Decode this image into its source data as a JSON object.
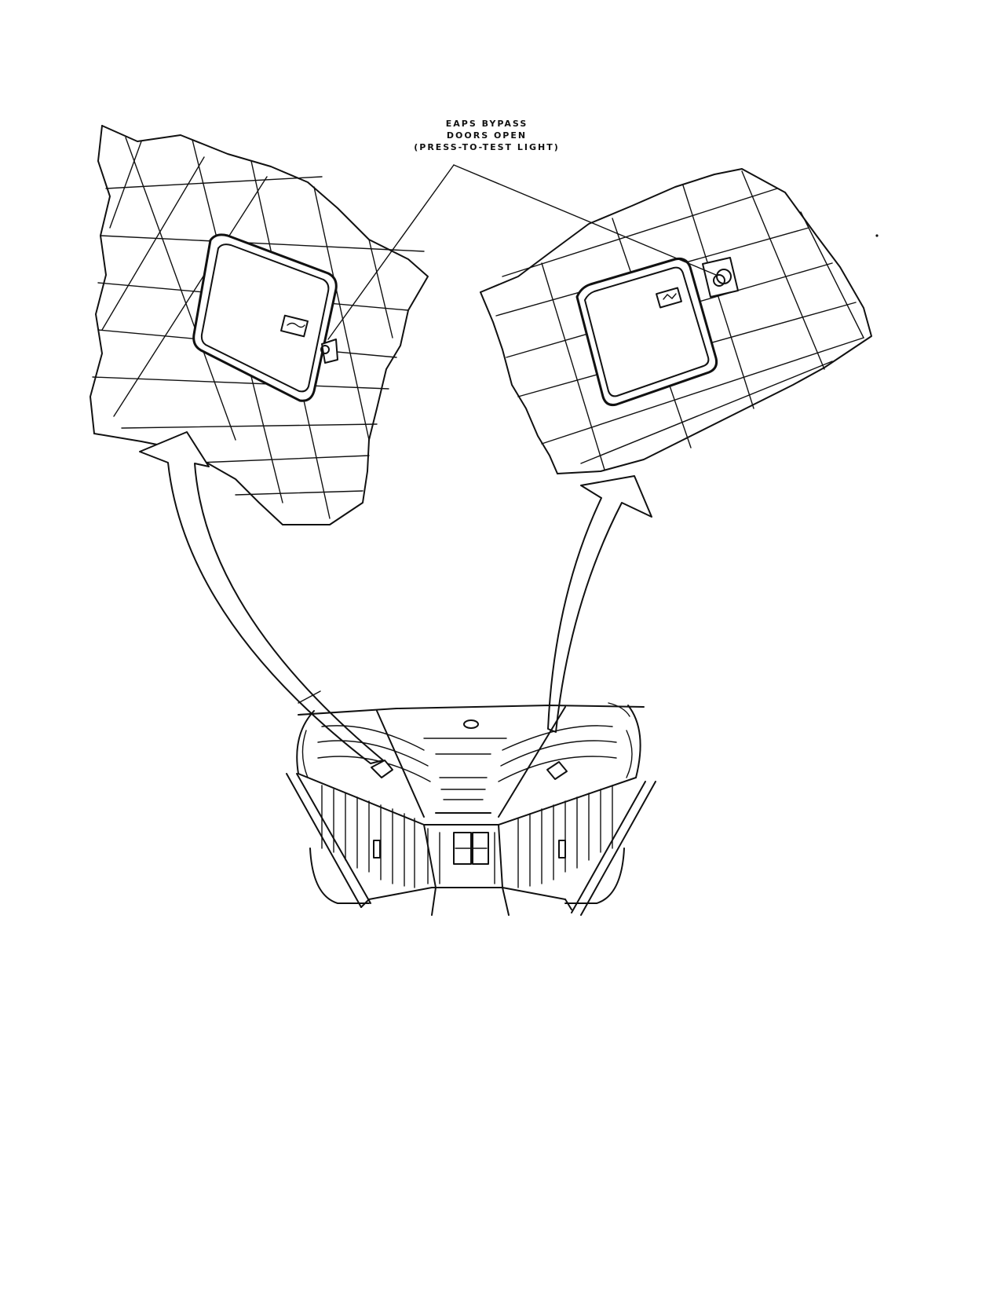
{
  "callout": {
    "line1": "EAPS BYPASS",
    "line2": "DOORS OPEN",
    "line3": "(PRESS-TO-TEST LIGHT)"
  },
  "icons": {
    "left_panel": "warning-light-panel-icon",
    "right_panel": "warning-light-panel-icon",
    "cabin": "aircraft-cabin-interior-icon"
  }
}
